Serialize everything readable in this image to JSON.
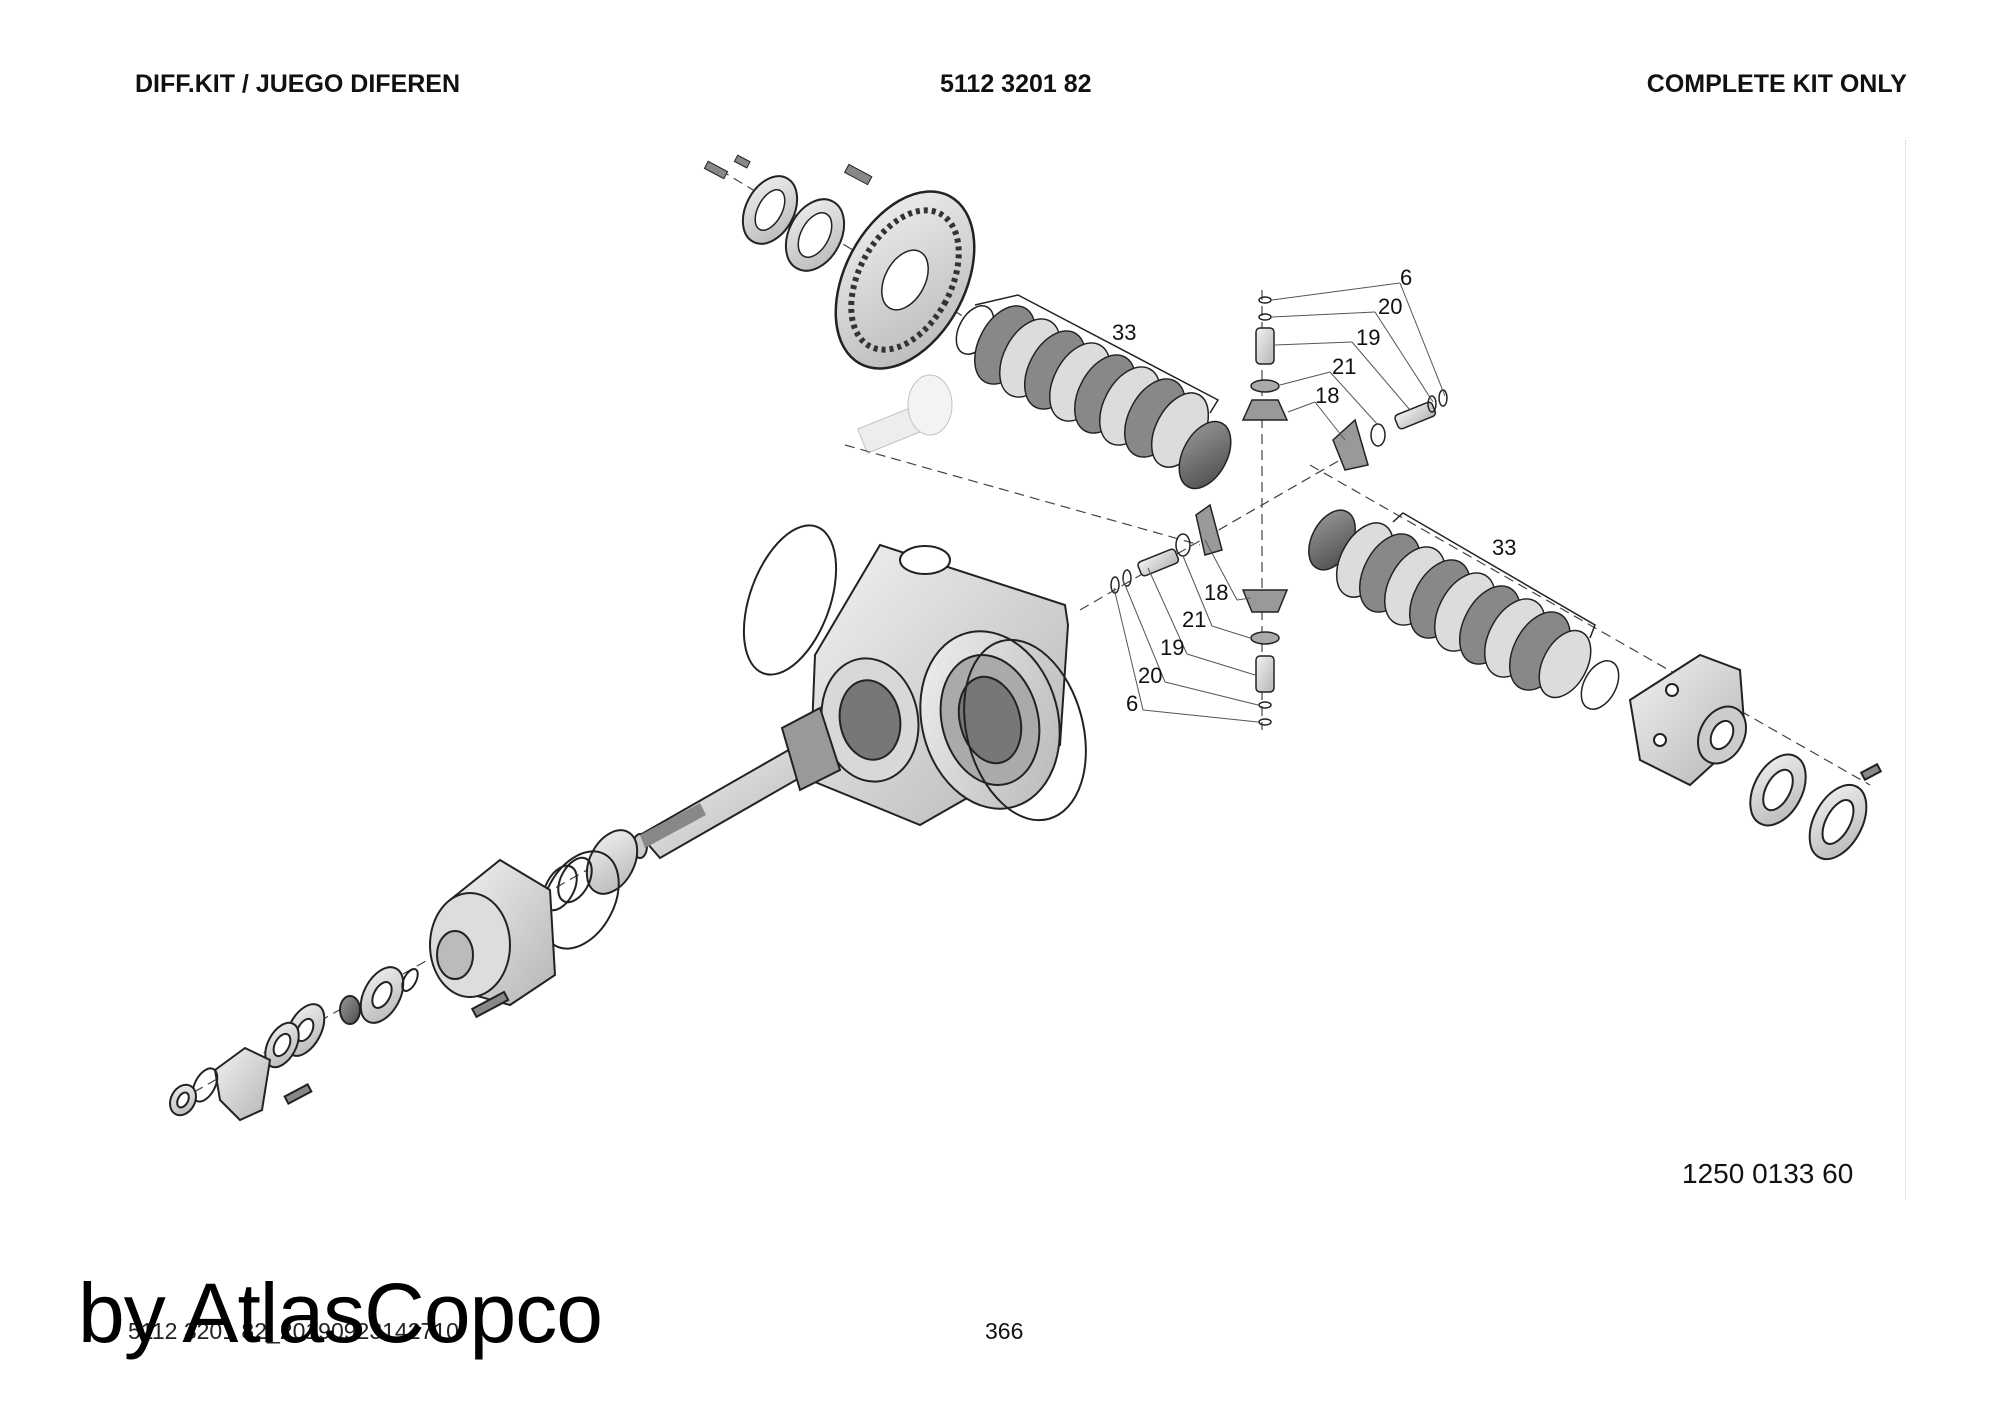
{
  "header": {
    "left": "DIFF.KIT / JUEGO DIFEREN",
    "center": "5112 3201 82",
    "right": "COMPLETE KIT ONLY"
  },
  "callouts": {
    "top_pin_6": "6",
    "top_pin_20": "20",
    "top_pin_19": "19",
    "top_pin_21": "21",
    "top_pin_18": "18",
    "upper_disc_pack_33": "33",
    "lower_disc_pack_33": "33",
    "bottom_pin_18": "18",
    "bottom_pin_21": "21",
    "bottom_pin_19": "19",
    "bottom_pin_20": "20",
    "bottom_pin_6": "6"
  },
  "drawing_number": "1250 0133 60",
  "file_id": "5112 3201 82_20190923142710",
  "watermark": "by AtlasCopco",
  "page_number": "366"
}
